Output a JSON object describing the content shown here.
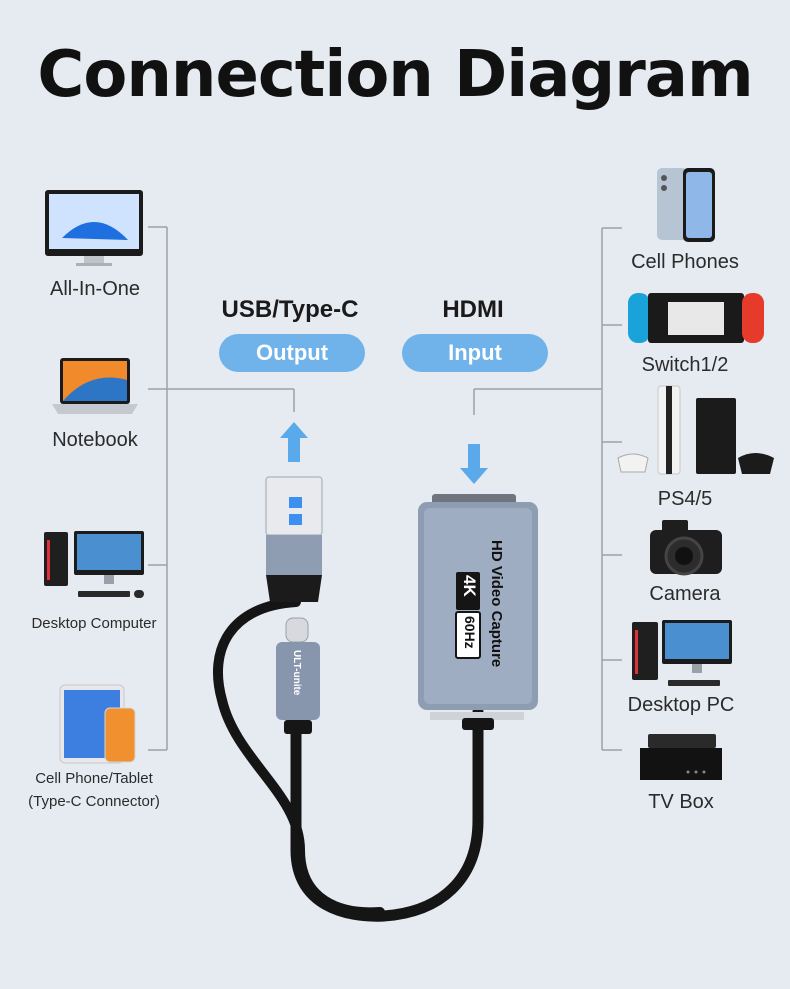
{
  "title": "Connection Diagram",
  "left_devices": [
    {
      "label": "All-In-One"
    },
    {
      "label": "Notebook"
    },
    {
      "label": "Desktop Computer"
    },
    {
      "label": "Cell Phone/Tablet",
      "label2": "(Type-C Connector)"
    }
  ],
  "right_devices": [
    {
      "label": "Cell Phones"
    },
    {
      "label": "Switch1/2"
    },
    {
      "label": "PS4/5"
    },
    {
      "label": "Camera"
    },
    {
      "label": "Desktop PC"
    },
    {
      "label": "TV Box"
    }
  ],
  "output": {
    "header": "USB/Type-C",
    "pill": "Output"
  },
  "input": {
    "header": "HDMI",
    "pill": "Input"
  },
  "device": {
    "line1": "HD Video Capture",
    "badge_4k": "4K",
    "badge_hz": "60Hz",
    "brand": "ULT-unite"
  },
  "colors": {
    "background": "#e6ebf1",
    "pill": "#6fb3ea",
    "arrow": "#5aa9ea",
    "body": "#8f9db3",
    "line": "#9aa2ad"
  }
}
